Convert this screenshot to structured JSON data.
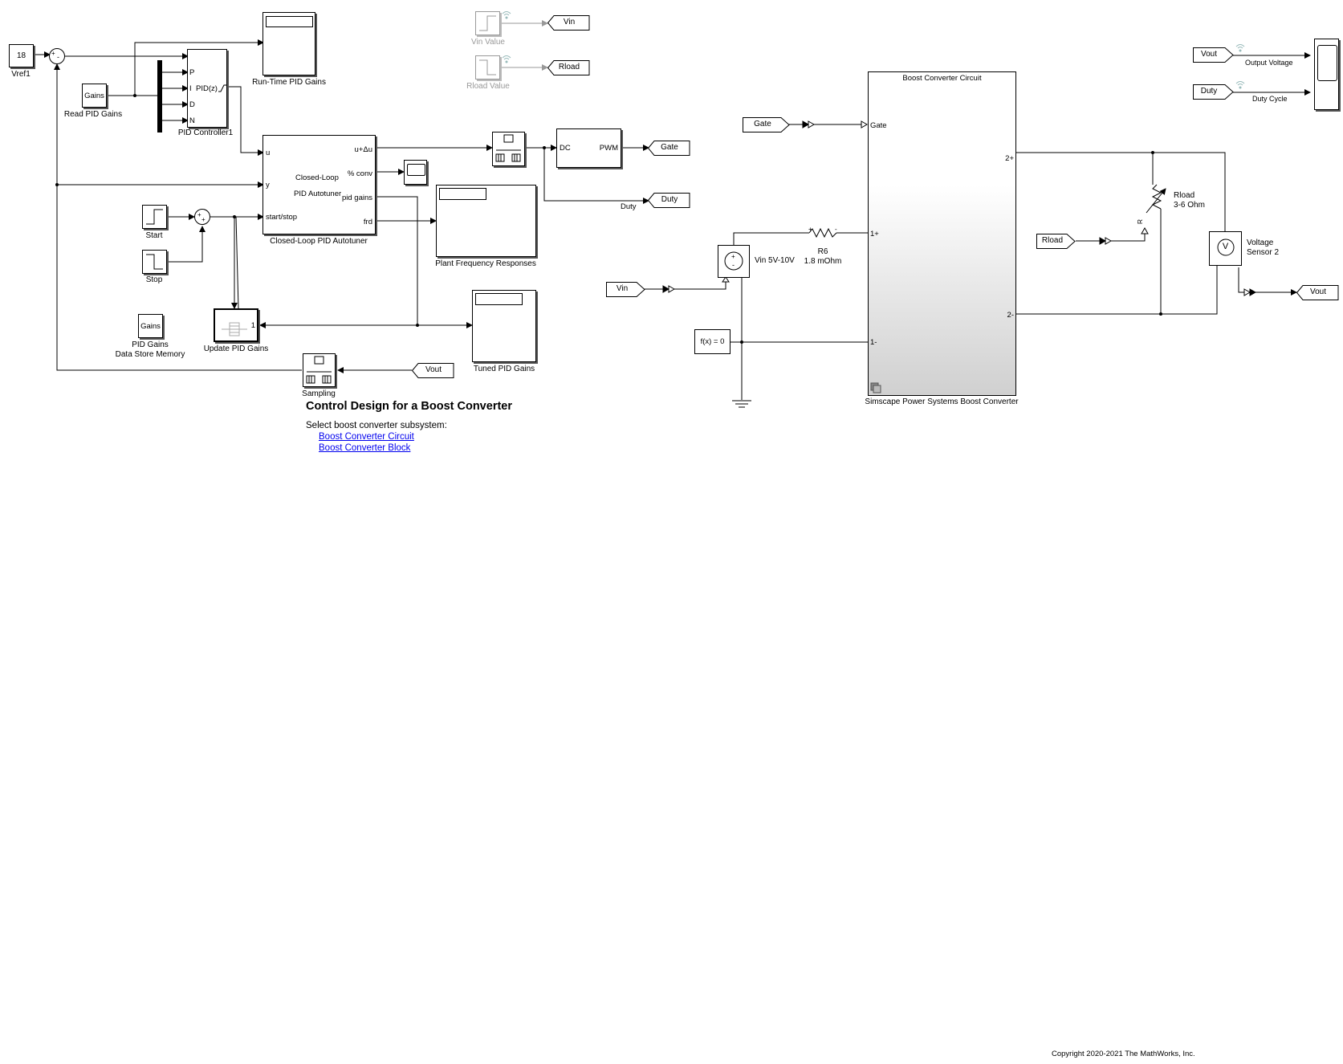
{
  "constant_vref": {
    "value": "18",
    "label": "Vref1"
  },
  "read_pid_gains": {
    "inner": "Gains",
    "label": "Read PID Gains"
  },
  "pid_controller": {
    "ports": [
      "P",
      "I",
      "D",
      "N"
    ],
    "inner": "PID(z)",
    "label": "PID Controller1"
  },
  "runtime_pid_gains": {
    "label": "Run-Time PID Gains"
  },
  "autotuner": {
    "inputs": [
      "u",
      "y",
      "start/stop"
    ],
    "outputs": [
      "u+Δu",
      "% conv",
      "pid gains",
      "frd"
    ],
    "inner_line1": "Closed-Loop",
    "inner_line2": "PID Autotuner",
    "label": "Closed-Loop PID Autotuner"
  },
  "start_block": {
    "label": "Start"
  },
  "stop_block": {
    "label": "Stop"
  },
  "pid_gains_dsm": {
    "inner": "Gains",
    "label_line1": "PID Gains",
    "label_line2": "Data Store Memory"
  },
  "update_pid_gains": {
    "port": "1",
    "label": "Update PID Gains"
  },
  "sampling": {
    "label": "Sampling"
  },
  "plant_freq": {
    "label": "Plant Frequency Responses"
  },
  "tuned_pid": {
    "label": "Tuned PID Gains"
  },
  "vin_value": {
    "label": "Vin Value"
  },
  "rload_value": {
    "label": "Rload Value"
  },
  "pwm": {
    "in": "DC",
    "out": "PWM"
  },
  "duty_line_label": "Duty",
  "goto_tags": {
    "vin": "Vin",
    "rload": "Rload",
    "gate": "Gate",
    "duty": "Duty"
  },
  "from_tags": {
    "vout_sampling": "Vout",
    "gate": "Gate",
    "vin": "Vin",
    "rload": "Rload",
    "vout_scope": "Vout",
    "duty_scope": "Duty",
    "vout_right": "Vout"
  },
  "circuit": {
    "title": "Boost Converter Circuit",
    "ports": {
      "gate": "Gate",
      "p1": "1+",
      "n1": "1-",
      "p2": "2+",
      "n2": "2-"
    },
    "label": "Simscape Power Systems Boost Converter"
  },
  "vin_source": {
    "label": "Vin 5V-10V"
  },
  "r6": {
    "label_line1": "R6",
    "label_line2": "1.8 mOhm"
  },
  "solver": {
    "text": "f(x) = 0"
  },
  "rload": {
    "label_line1": "Rload",
    "label_line2": "3-6 Ohm",
    "pin": "R"
  },
  "voltage_sensor": {
    "symbol": "V",
    "label_line1": "Voltage",
    "label_line2": "Sensor 2"
  },
  "scope_right": {
    "label_out_v": "Output Voltage",
    "label_duty": "Duty Cycle"
  },
  "annotation": {
    "title": "Control Design for a Boost Converter",
    "subtitle": "Select boost converter subsystem:",
    "link1": "Boost Converter Circuit",
    "link2": "Boost Converter Block"
  },
  "copyright": "Copyright 2020-2021 The MathWorks, Inc."
}
